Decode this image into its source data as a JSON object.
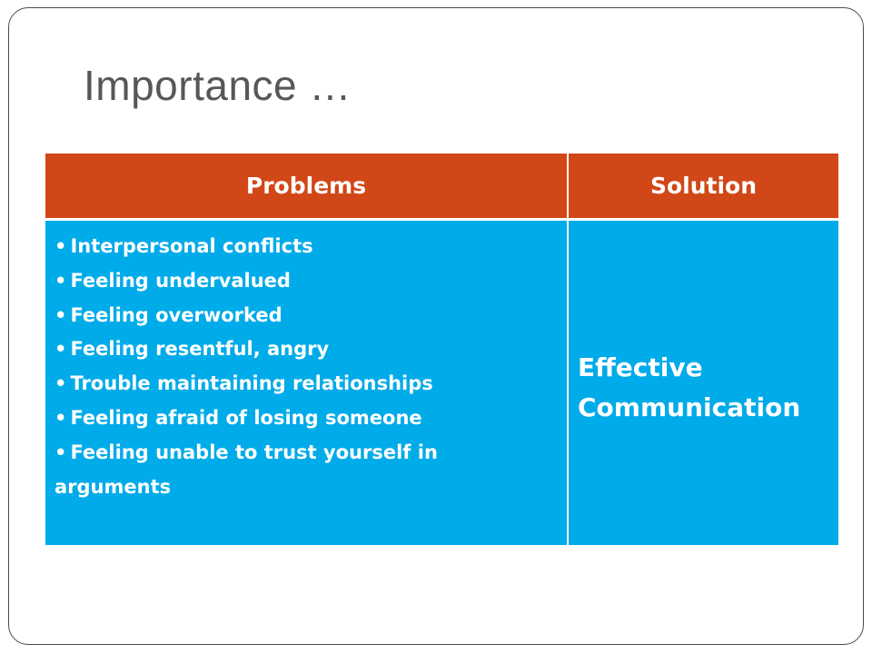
{
  "slide": {
    "title": "Importance …"
  },
  "table": {
    "headers": {
      "problems": "Problems",
      "solution": "Solution"
    },
    "problems": [
      "Interpersonal conflicts",
      "Feeling undervalued",
      "Feeling overworked",
      "Feeling resentful, angry",
      "Trouble maintaining relationships",
      "Feeling afraid of losing someone",
      "Feeling unable to trust yourself in arguments"
    ],
    "solution": "Effective Communication"
  },
  "colors": {
    "header_bg": "#d24718",
    "body_bg": "#00abe9",
    "title_text": "#575757",
    "cell_text": "#ffffff"
  }
}
